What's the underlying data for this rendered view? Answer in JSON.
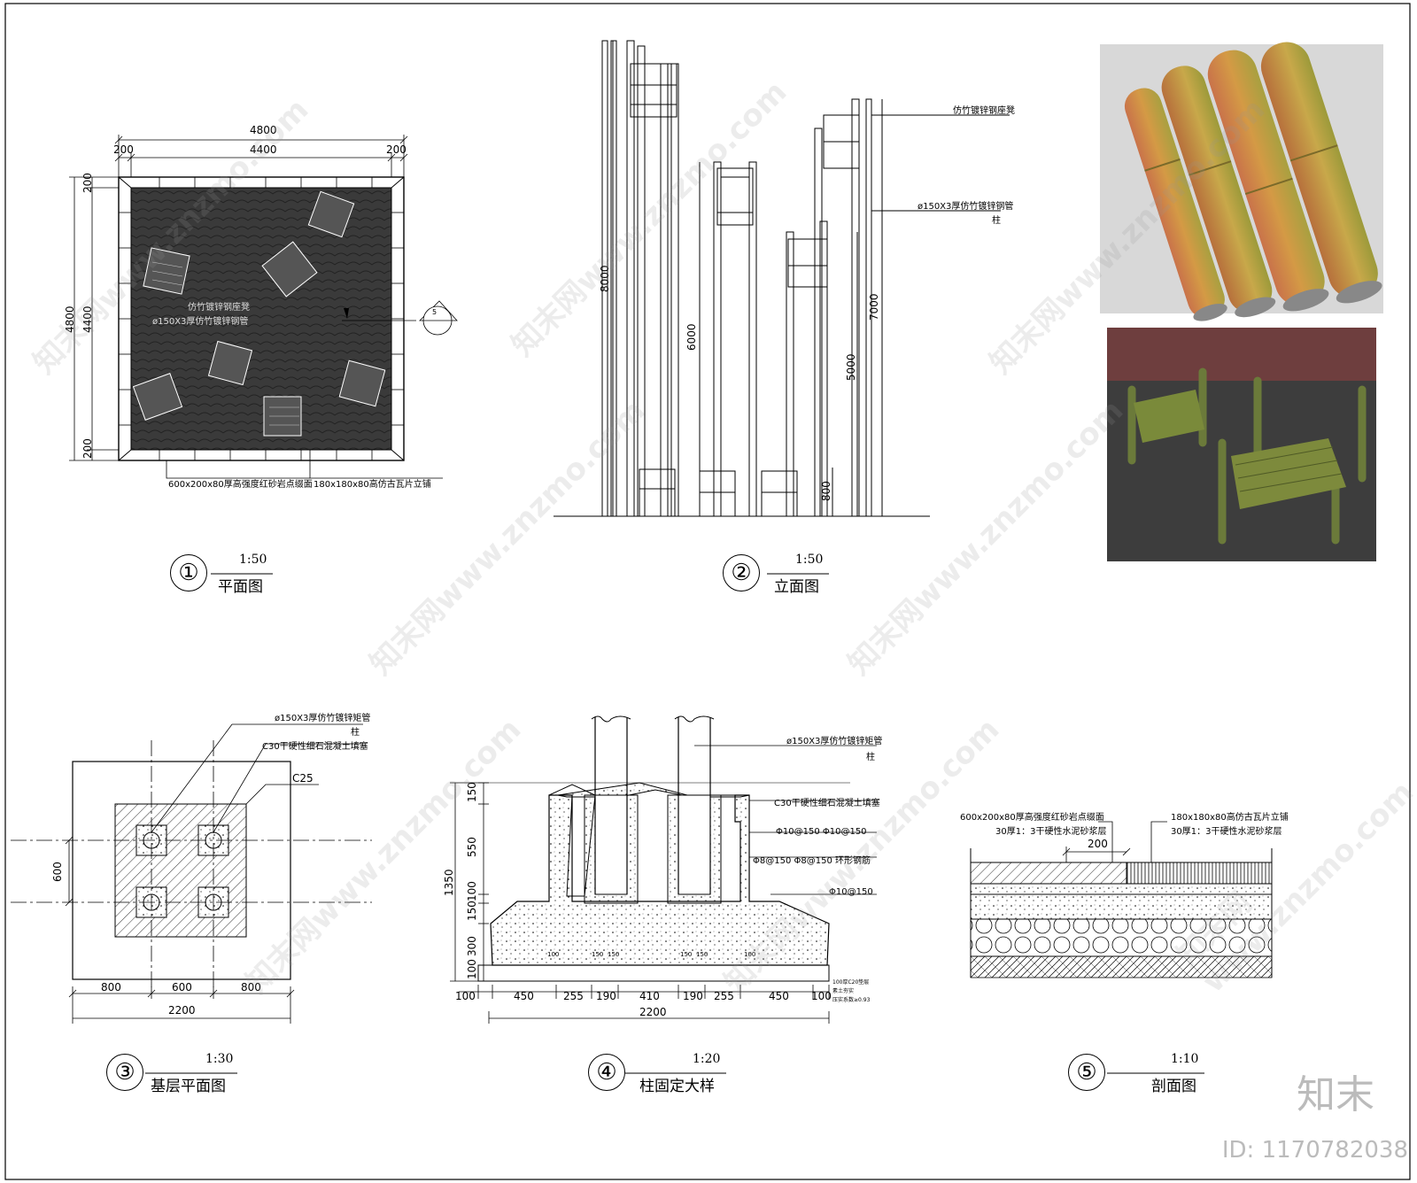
{
  "views": {
    "v1": {
      "num": "①",
      "scale": "1:50",
      "title": "平面图"
    },
    "v2": {
      "num": "②",
      "scale": "1:50",
      "title": "立面图"
    },
    "v3": {
      "num": "③",
      "scale": "1:30",
      "title": "基层平面图"
    },
    "v4": {
      "num": "④",
      "scale": "1:20",
      "title": "柱固定大样"
    },
    "v5": {
      "num": "⑤",
      "scale": "1:10",
      "title": "剖面图"
    }
  },
  "plan": {
    "dim_total": "4800",
    "dim_inner": "4400",
    "dim_edge": "200",
    "note_paving": "600x200x80厚高强度红砂岩点缀面",
    "note_tile": "180x180x80高仿古瓦片立铺",
    "note_chair": "仿竹镀锌钢座凳",
    "note_pipe": "ø150X3厚仿竹镀锌钢管",
    "section_mark": "5"
  },
  "elevation": {
    "h8000": "8000",
    "h6000": "6000",
    "h7000": "7000",
    "h5000": "5000",
    "h800": "800",
    "note_chair": "仿竹镀锌钢座凳",
    "note_pipe": "ø150X3厚仿竹镀锌钢管",
    "note_col": "柱"
  },
  "base": {
    "note_pipe": "ø150X3厚仿竹镀锌矩管",
    "note_col": "柱",
    "note_fill": "C30干硬性细石混凝土填塞",
    "note_c25": "C25",
    "d600v": "600",
    "d800a": "800",
    "d600": "600",
    "d800b": "800",
    "d2200": "2200"
  },
  "detail": {
    "note_pipe": "ø150X3厚仿竹镀锌矩管",
    "note_col": "柱",
    "note_fill": "C30干硬性细石混凝土填塞",
    "note_bar1": "Φ10@150   Φ10@150",
    "note_bar2": "Φ8@150   Φ8@150  环形钢筋",
    "note_bar3": "Φ10@150",
    "h150a": "150",
    "h550": "550",
    "h100": "100",
    "h150b": "150",
    "h300": "300",
    "h100b": "100",
    "h1350": "1350",
    "w": [
      "100",
      "450",
      "255",
      "190",
      "410",
      "190",
      "255",
      "450",
      "100"
    ],
    "w2200": "2200",
    "small1": "100",
    "small2": "150",
    "small3": "150",
    "small4": "150",
    "small5": "150",
    "small6": "100",
    "note_cushion": "100厚C20垫层",
    "note_cushion2": "素土夯实",
    "note_cushion3": "压实系数≥0.93"
  },
  "section": {
    "note_l1": "600x200x80厚高强度红砂岩点缀面",
    "note_l2": "30厚1：3干硬性水泥砂浆层",
    "note_r1": "180x180x80高仿古瓦片立铺",
    "note_r2": "30厚1：3干硬性水泥砂浆层",
    "d200": "200"
  },
  "watermark": {
    "text": "知末网www.znzmo.com",
    "brand": "知末",
    "id": "ID: 1170782038"
  }
}
